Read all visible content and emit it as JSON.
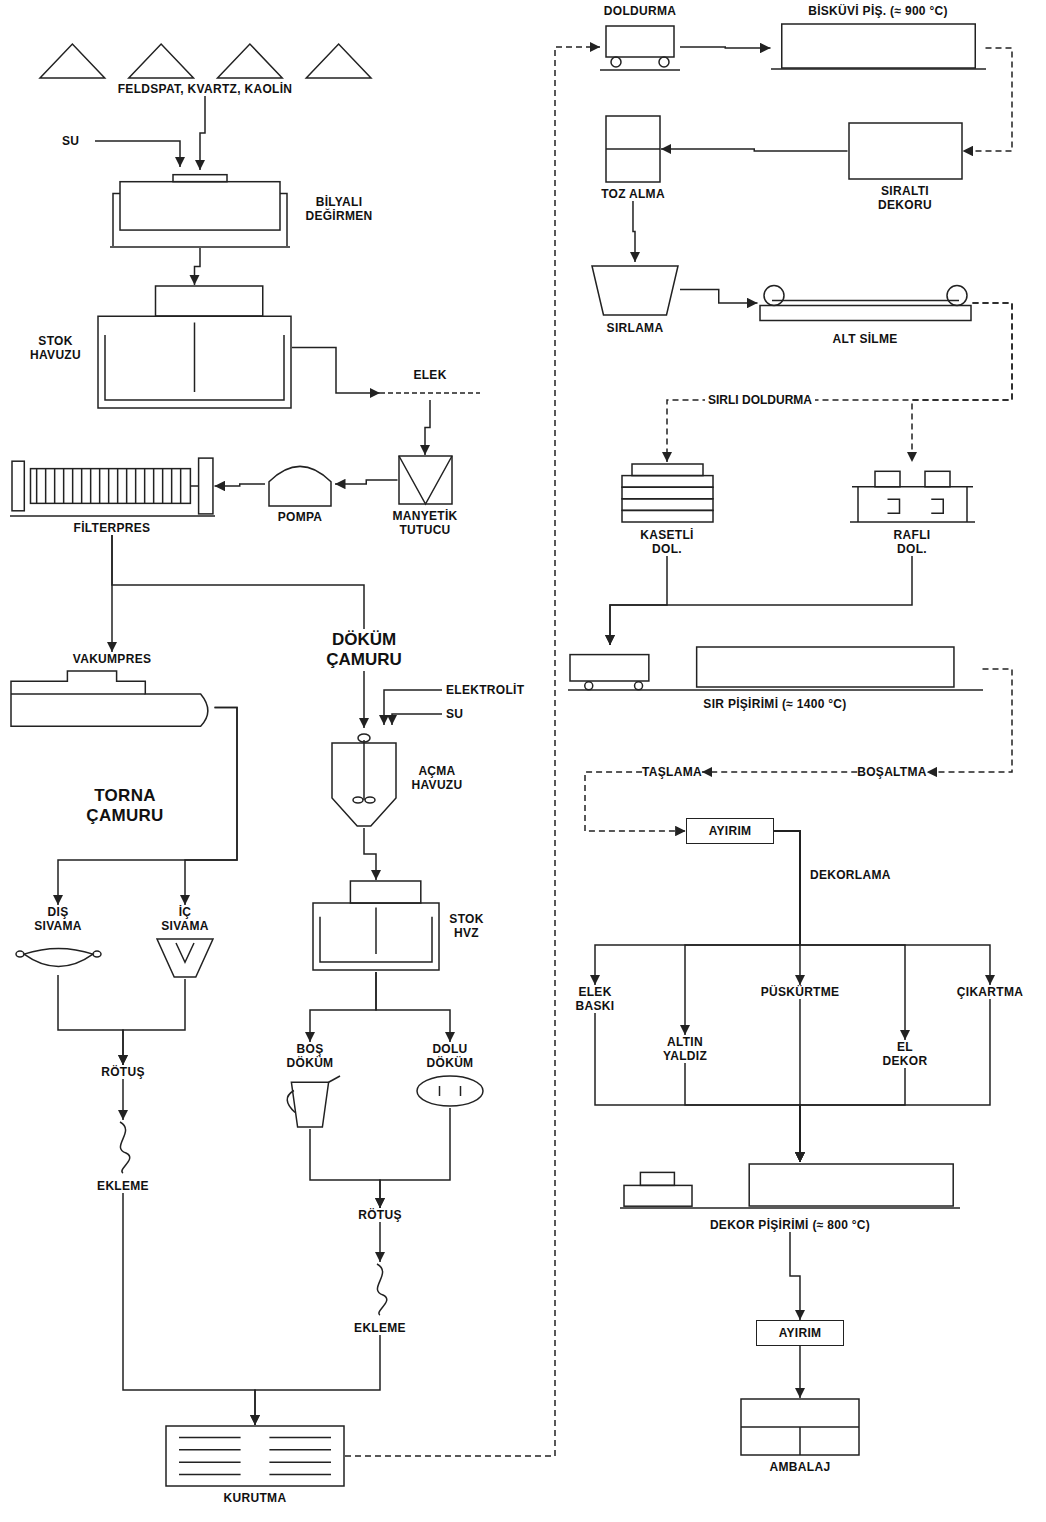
{
  "diagram": {
    "nodes": [
      {
        "text": [
          "FELDSPAT, KVARTZ, KAOLİN"
        ]
      },
      {
        "text": [
          "BİLYALI DEĞİRMEN"
        ]
      },
      {
        "text": [
          "STOK HAVUZU"
        ]
      },
      {
        "text": [
          "ELEK"
        ]
      },
      {
        "text": [
          "MANYETİK TUTUCU"
        ]
      },
      {
        "text": [
          "POMPA"
        ]
      },
      {
        "text": [
          "FİLTERPRES"
        ]
      },
      {
        "text": [
          "VAKUMPRES"
        ]
      },
      {
        "text": [
          "DIŞ SIVAMA"
        ]
      },
      {
        "text": [
          "İÇ SIVAMA"
        ]
      },
      {
        "text": [
          "RÖTUŞ"
        ]
      },
      {
        "text": [
          "EKLEME"
        ]
      },
      {
        "text": [
          "AÇMA HAVUZU"
        ]
      },
      {
        "text": [
          "STOK HVZ"
        ]
      },
      {
        "text": [
          "BOŞ DÖKÜM"
        ]
      },
      {
        "text": [
          "DOLU DÖKÜM"
        ]
      },
      {
        "text": [
          "RÖTUŞ"
        ]
      },
      {
        "text": [
          "EKLEME"
        ]
      },
      {
        "text": [
          "KURUTMA"
        ]
      },
      {
        "text": [
          "DOLDURMA"
        ]
      },
      {
        "text": [
          "BİSKÜVİ PİŞ. (≈ 900 °C)"
        ]
      },
      {
        "text": [
          "SIRALTI DEKORU"
        ]
      },
      {
        "text": [
          "TOZ ALMA"
        ]
      },
      {
        "text": [
          "SIRLAMA"
        ]
      },
      {
        "text": [
          "ALT SİLME"
        ]
      },
      {
        "text": [
          "KASETLİ DOL."
        ]
      },
      {
        "text": [
          "RAFLI DOL."
        ]
      },
      {
        "text": [
          "SIR PİŞİRİMİ (≈ 1400 °C)"
        ]
      },
      {
        "text": [
          "BOŞALTMA"
        ]
      },
      {
        "text": [
          "TAŞLAMA"
        ]
      },
      {
        "text": [
          "AYIRIM"
        ]
      },
      {
        "text": [
          "ELEK BASKI"
        ]
      },
      {
        "text": [
          "ALTIN YALDIZ"
        ]
      },
      {
        "text": [
          "PÜSKÜRTME"
        ]
      },
      {
        "text": [
          "EL DEKOR"
        ]
      },
      {
        "text": [
          "ÇIKARTMA"
        ]
      },
      {
        "text": [
          "DEKOR PİŞİRİMİ (≈ 800 °C)"
        ]
      },
      {
        "text": [
          "AYIRIM"
        ]
      },
      {
        "text": [
          "AMBALAJ"
        ]
      }
    ],
    "edges": [
      {
        "from": 0,
        "to": 1,
        "arrow": "to"
      },
      {
        "from": 1,
        "to": 2,
        "arrow": "to"
      },
      {
        "from": 2,
        "to": 3,
        "arrow": "to"
      },
      {
        "from": 3,
        "to": 4,
        "arrow": "to"
      },
      {
        "from": 4,
        "to": 5,
        "arrow": "to"
      },
      {
        "from": 5,
        "to": 6,
        "arrow": "to"
      },
      {
        "from": 6,
        "to": 7,
        "arrow": "to"
      },
      {
        "from": 6,
        "to": 12,
        "label": "DÖKÜM ÇAMURU",
        "arrow": "to"
      },
      {
        "from": 7,
        "to": 8,
        "arrow": "to"
      },
      {
        "from": 7,
        "to": 9,
        "arrow": "to"
      },
      {
        "from": 8,
        "to": 10,
        "arrow": "to"
      },
      {
        "from": 9,
        "to": 10,
        "arrow": "to"
      },
      {
        "from": 10,
        "to": 11,
        "arrow": "to"
      },
      {
        "from": 11,
        "to": 18,
        "arrow": "to"
      },
      {
        "from": 12,
        "to": 13,
        "arrow": "to"
      },
      {
        "from": 13,
        "to": 14,
        "arrow": "to"
      },
      {
        "from": 13,
        "to": 15,
        "arrow": "to"
      },
      {
        "from": 14,
        "to": 16,
        "arrow": "to"
      },
      {
        "from": 15,
        "to": 16,
        "arrow": "to"
      },
      {
        "from": 16,
        "to": 17,
        "arrow": "to"
      },
      {
        "from": 17,
        "to": 18,
        "arrow": "to"
      },
      {
        "from": 18,
        "to": 19,
        "arrow": "to"
      },
      {
        "from": 19,
        "to": 20,
        "arrow": "to"
      },
      {
        "from": 20,
        "to": 21,
        "arrow": "to"
      },
      {
        "from": 21,
        "to": 22,
        "arrow": "to"
      },
      {
        "from": 22,
        "to": 23,
        "arrow": "to"
      },
      {
        "from": 23,
        "to": 24,
        "arrow": "to"
      },
      {
        "from": 24,
        "to": 25,
        "label": "SIRLI DOLDURMA",
        "arrow": "to"
      },
      {
        "from": 24,
        "to": 26,
        "arrow": "to"
      },
      {
        "from": 25,
        "to": 27,
        "arrow": "to"
      },
      {
        "from": 26,
        "to": 27,
        "arrow": "to"
      },
      {
        "from": 27,
        "to": 28,
        "arrow": "to"
      },
      {
        "from": 28,
        "to": 29,
        "arrow": "to"
      },
      {
        "from": 29,
        "to": 30,
        "arrow": "to"
      },
      {
        "from": 30,
        "to": 31,
        "arrow": "to"
      },
      {
        "from": 30,
        "to": 32,
        "arrow": "to"
      },
      {
        "from": 30,
        "to": 33,
        "arrow": "to"
      },
      {
        "from": 30,
        "to": 34,
        "arrow": "to"
      },
      {
        "from": 30,
        "to": 35,
        "arrow": "to"
      },
      {
        "from": 31,
        "to": 36,
        "arrow": "to"
      },
      {
        "from": 32,
        "to": 36,
        "arrow": "to"
      },
      {
        "from": 33,
        "to": 36,
        "arrow": "to"
      },
      {
        "from": 34,
        "to": 36,
        "arrow": "to"
      },
      {
        "from": 35,
        "to": 36,
        "arrow": "to"
      },
      {
        "from": 36,
        "to": 37,
        "arrow": "to"
      },
      {
        "from": 37,
        "to": 38,
        "arrow": "to"
      }
    ],
    "labels": [
      "SU",
      "ELEKTROLİT",
      "SU",
      "TORNA ÇAMURU",
      "DEKORLAMA"
    ]
  }
}
